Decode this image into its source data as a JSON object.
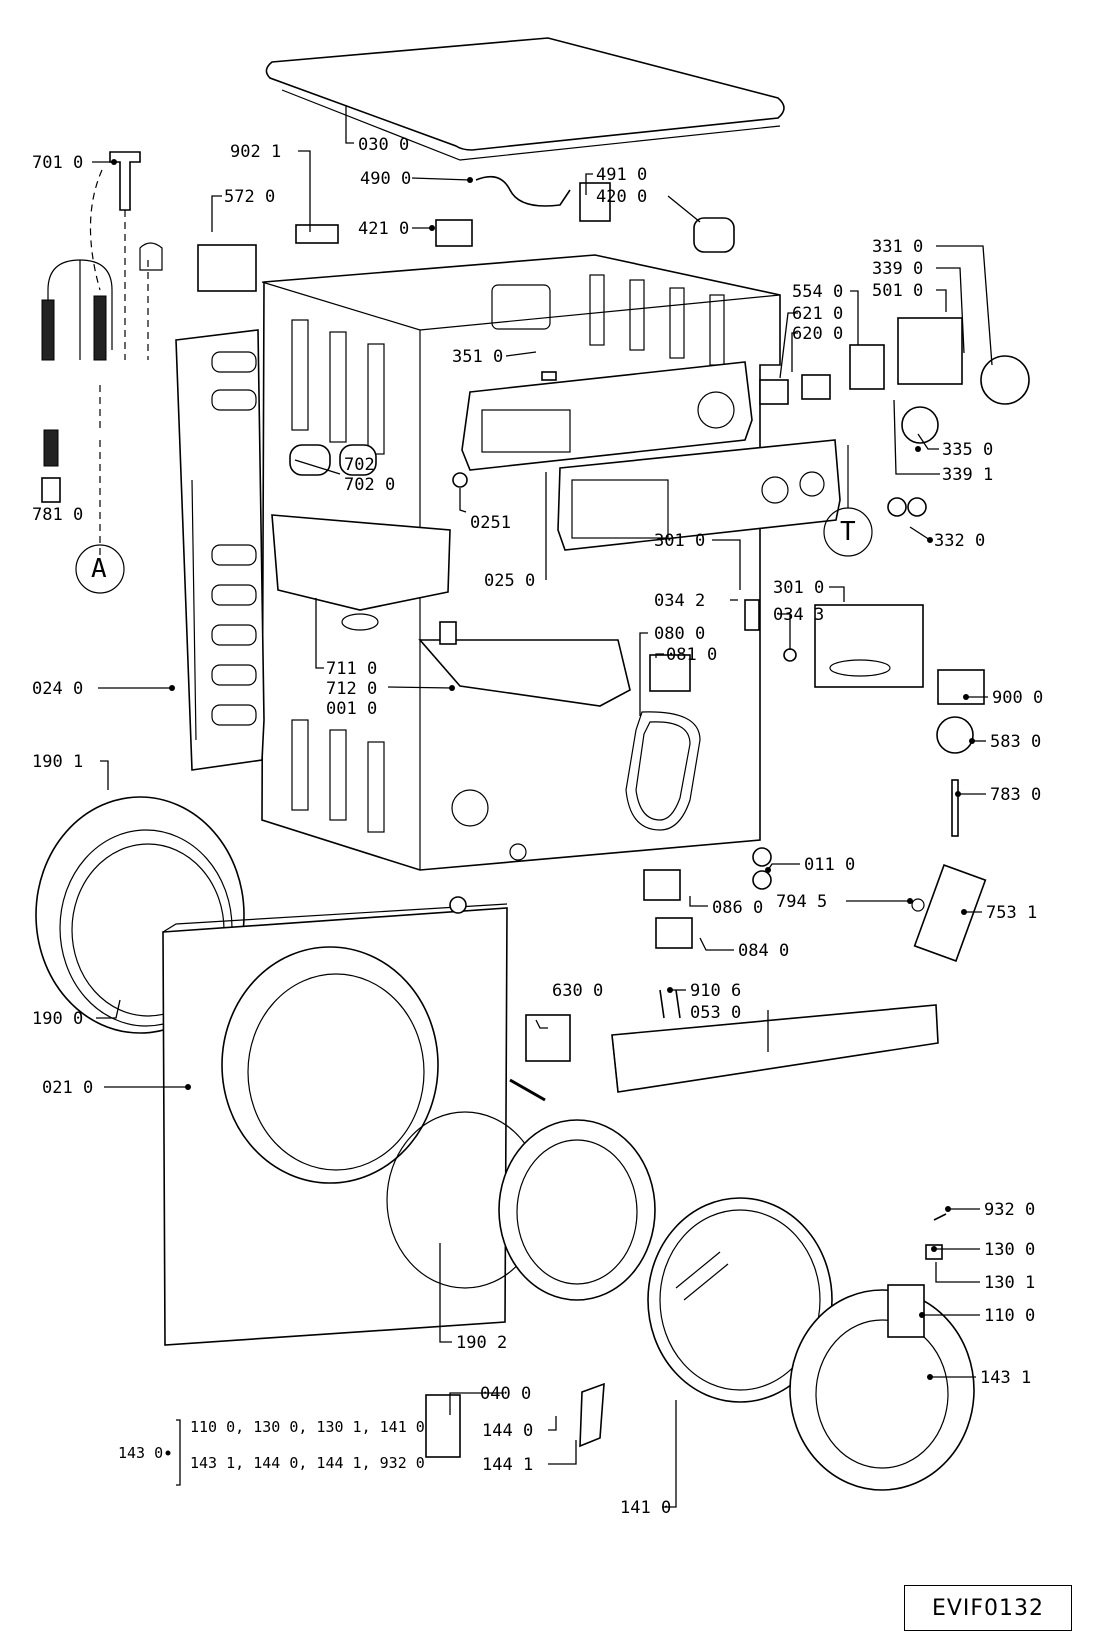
{
  "labels": {
    "l0300": "030 0",
    "l9021": "902 1",
    "l7010": "701 0",
    "l4900": "490 0",
    "l4910": "491 0",
    "l4200": "420 0",
    "l5720": "572 0",
    "l4210": "421 0",
    "l3310": "331 0",
    "l3390": "339 0",
    "l5010": "501 0",
    "l5540": "554 0",
    "l6210": "621 0",
    "l6200": "620 0",
    "l3510": "351 0",
    "l7020a": "702",
    "l7020b": "702 0",
    "l0251": "0251",
    "l3350": "335 0",
    "l3391": "339 1",
    "l7810": "781 0",
    "lA": "A",
    "lT": "T",
    "l3320": "332 0",
    "l0250": "025 0",
    "l3010a": "301 0",
    "l0342": "034 2",
    "l3010b": "301 0",
    "l0343": "034 3",
    "l0800": "080 0",
    "l0810": "081 0",
    "l7110": "711 0",
    "l7120": "712 0",
    "l0010": "001 0",
    "l0240": "024 0",
    "l9000": "900 0",
    "l5830": "583 0",
    "l1901": "190 1",
    "l7830": "783 0",
    "l0110": "011 0",
    "l0860": "086 0",
    "l7945": "794 5",
    "l7531": "753 1",
    "l0840": "084 0",
    "l9106": "910 6",
    "l6300": "630 0",
    "l0530": "053 0",
    "l1900": "190 0",
    "l0210": "021 0",
    "l9320": "932 0",
    "l1300": "130 0",
    "l1301": "130 1",
    "l1100": "110 0",
    "l1902": "190 2",
    "l1431": "143 1",
    "l0400": "040 0",
    "l1440": "144 0",
    "l1441": "144 1",
    "l1410": "141 0"
  },
  "kit": {
    "code": "143 0",
    "line1": "110 0, 130 0, 130 1, 141 0",
    "line2": "143 1, 144 0, 144 1, 932 0"
  },
  "reference": "EVIF0132"
}
